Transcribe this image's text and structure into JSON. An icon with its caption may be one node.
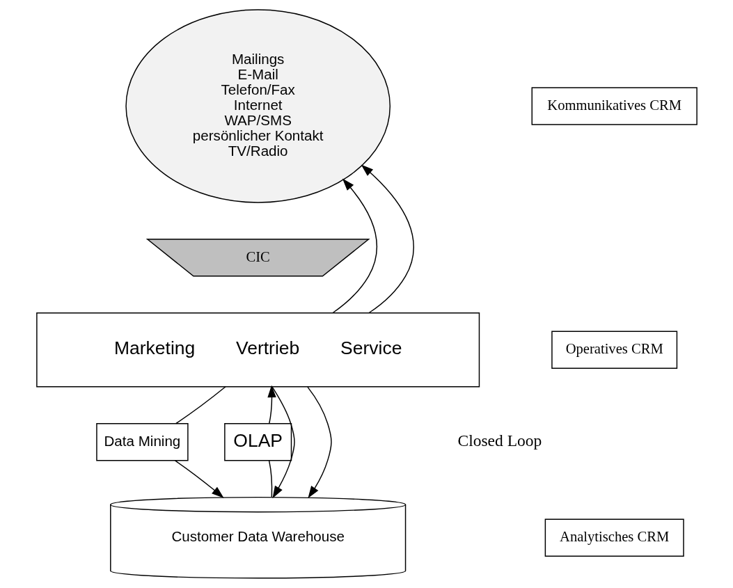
{
  "diagram": {
    "nodes": [
      {
        "text": [
          "Mailings",
          "E-Mail",
          "Telefon/Fax",
          "Internet",
          "WAP/SMS",
          "persönlicher Kontakt",
          "TV/Radio"
        ]
      },
      {
        "text": [
          "CIC"
        ]
      },
      {
        "text": [
          "Marketing",
          "Vertrieb",
          "Service"
        ]
      },
      {
        "text": [
          "Data Mining"
        ]
      },
      {
        "text": [
          "OLAP"
        ]
      },
      {
        "text": [
          "Customer Data Warehouse"
        ]
      },
      {
        "text": [
          "Kommunikatives CRM"
        ]
      },
      {
        "text": [
          "Operatives CRM"
        ]
      },
      {
        "text": [
          "Analytisches CRM"
        ]
      }
    ],
    "edges": [
      {
        "from": 2,
        "to": 0,
        "arrow": "to"
      },
      {
        "from": 2,
        "to": 0,
        "arrow": "to"
      },
      {
        "from": 2,
        "to": 3,
        "arrow": "none"
      },
      {
        "from": 3,
        "to": 5,
        "arrow": "to"
      },
      {
        "from": 5,
        "to": 4,
        "arrow": "none"
      },
      {
        "from": 4,
        "to": 2,
        "arrow": "to"
      },
      {
        "from": 2,
        "to": 5,
        "arrow": "to"
      },
      {
        "from": 2,
        "to": 5,
        "arrow": "to"
      }
    ],
    "labels": [
      "Closed Loop"
    ]
  }
}
